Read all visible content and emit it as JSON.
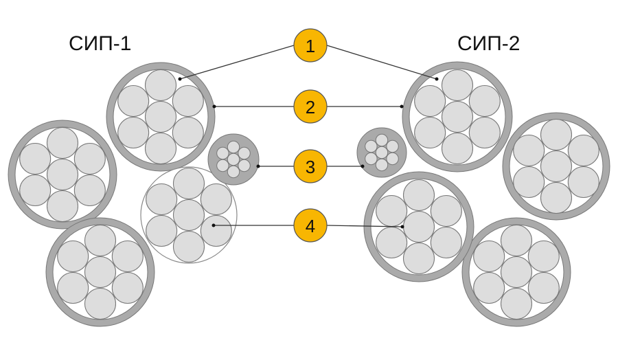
{
  "titles": {
    "left": "СИП-1",
    "right": "СИП-2"
  },
  "colors": {
    "badge_fill": "#F8B602",
    "sheath": "#AAAAAA",
    "wire_fill": "#DDDDDD",
    "wire_stroke": "#777777",
    "leader": "#333333"
  },
  "callouts": [
    {
      "label": "1"
    },
    {
      "label": "2"
    },
    {
      "label": "3"
    },
    {
      "label": "4"
    }
  ]
}
